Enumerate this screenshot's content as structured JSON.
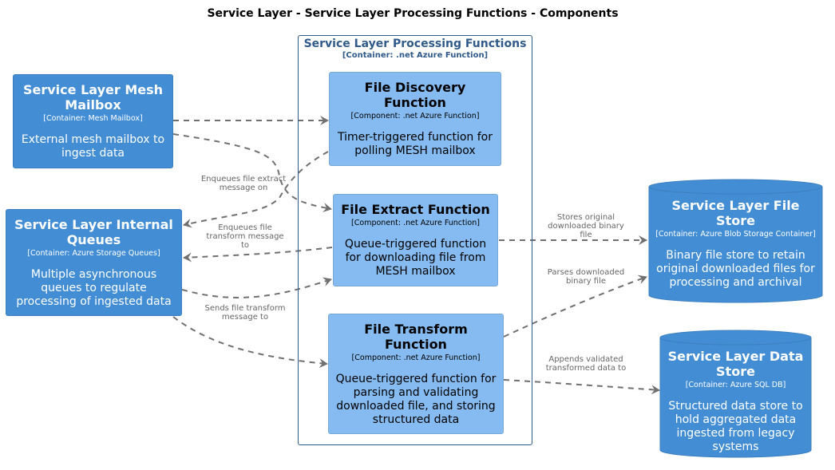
{
  "title": "Service Layer - Service Layer Processing Functions - Components",
  "boundary": {
    "name": "Service Layer Processing Functions",
    "tech": "[Container: .net Azure Function]"
  },
  "nodes": {
    "mesh_mailbox": {
      "name": "Service Layer Mesh Mailbox",
      "tech": "[Container: Mesh Mailbox]",
      "desc": "External mesh mailbox to ingest data"
    },
    "internal_queues": {
      "name": "Service Layer Internal Queues",
      "tech": "[Container: Azure Storage Queues]",
      "desc": "Multiple asynchronous queues to regulate processing of ingested data"
    },
    "file_discovery": {
      "name": "File Discovery Function",
      "tech": "[Component: .net Azure Function]",
      "desc": "Timer-triggered function for polling MESH mailbox"
    },
    "file_extract": {
      "name": "File Extract Function",
      "tech": "[Component: .net Azure Function]",
      "desc": "Queue-triggered function for downloading file from MESH mailbox"
    },
    "file_transform": {
      "name": "File Transform Function",
      "tech": "[Component: .net Azure Function]",
      "desc": "Queue-triggered function for parsing and validating downloaded file, and storing structured data"
    },
    "file_store": {
      "name": "Service Layer File Store",
      "tech": "[Container: Azure Blob Storage Container]",
      "desc": "Binary file store to retain original downloaded files for processing and archival"
    },
    "data_store": {
      "name": "Service Layer Data Store",
      "tech": "[Container: Azure SQL DB]",
      "desc": "Structured data store to hold aggregated data ingested from legacy systems"
    }
  },
  "edges": {
    "discovery_enqueues": "Enqueues file extract message on",
    "extract_enqueues": "Enqueues file transform message to",
    "queues_sends": "Sends file transform message to",
    "extract_stores": "Stores original downloaded binary file",
    "transform_parses": "Parses downloaded binary file",
    "transform_appends": "Appends validated transformed data to"
  },
  "colors": {
    "container": "#438dd5",
    "component": "#85bbf0",
    "boundary": "#2f5a8a",
    "arrow": "#707070"
  }
}
